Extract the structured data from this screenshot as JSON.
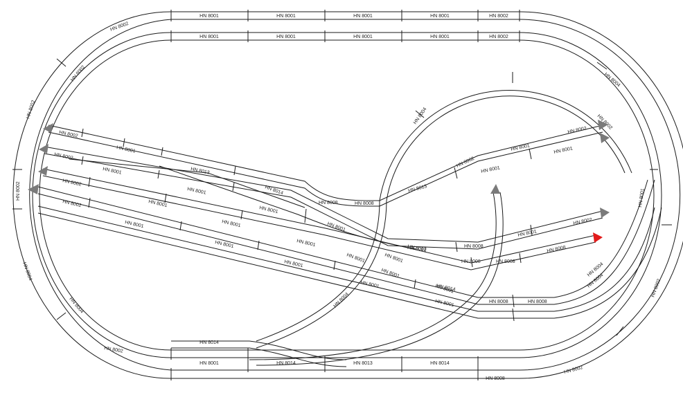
{
  "diagram": {
    "colors": {
      "track": "#1a1a1a",
      "bumper": "#7a7a7a",
      "selected": "#e21b1b",
      "background": "#ffffff"
    },
    "labels": {
      "top_outer": [
        "HN 8001",
        "HN 8001",
        "HN 8001",
        "HN 8001",
        "HN 8002"
      ],
      "top_inner": [
        "HN 8001",
        "HN 8001",
        "HN 8001",
        "HN 8001",
        "HN 8002"
      ],
      "bottom_outer": [
        "HN 8001",
        "HN 8014",
        "HN 8013",
        "HN 8014",
        "HN 8008"
      ],
      "bottom_inner": [
        "HN 8014"
      ],
      "curves": [
        "HN 8002",
        "HN 8002",
        "HN 8002",
        "HN 8002",
        "HN 8004",
        "HN 8004",
        "HN 8002",
        "HN 8004",
        "HN 8002",
        "HN 8001",
        "HN 8002",
        "HN 8004",
        "HN 8004",
        "HN 8002"
      ],
      "loop": [
        "HN 8004",
        "HN 8004"
      ],
      "yard": [
        "HN 8002",
        "HN 8001",
        "HN 8002",
        "HN 8001",
        "HN 8002",
        "HN 8002",
        "HN 8013",
        "HN 8014",
        "HN 8001",
        "HN 8001",
        "HN 8001",
        "HN 8001",
        "HN 8001",
        "HN 8001",
        "HN 8001",
        "HN 8001",
        "HN 8001",
        "HN 8001",
        "HN 8001",
        "HN 8001",
        "HN 8001",
        "HN 8001",
        "HN 8001",
        "HN 8001",
        "HN 8008",
        "HN 8008"
      ],
      "right_yard": [
        "HN 8002",
        "HN 8001",
        "HN 8002",
        "HN 8001",
        "HN 8001",
        "HN 8013",
        "HN 8002",
        "HN 8001",
        "HN 8008",
        "HN 8008",
        "HN 8013",
        "HN 8014",
        "HN 8008",
        "HN 8008",
        "HN 8008",
        "HN 8008"
      ]
    },
    "bumpers": [
      "left-1",
      "left-2",
      "left-3",
      "left-4",
      "right-1",
      "right-2",
      "right-3",
      "right-4-selected",
      "center"
    ]
  }
}
